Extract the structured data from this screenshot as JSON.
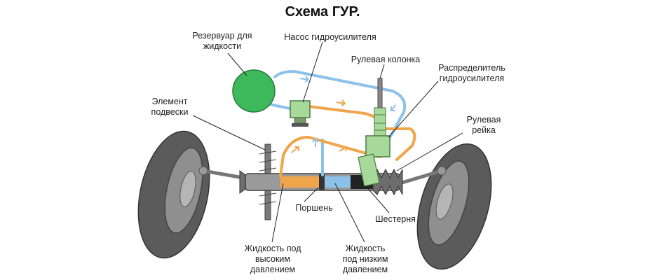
{
  "title": "Схема ГУР.",
  "labels": {
    "reservoir": "Резервуар для\nжидкости",
    "pump": "Насос гидроусилителя",
    "steering_column": "Рулевая колонка",
    "distributor": "Распределитель\nгидроусилителя",
    "suspension": "Элемент\nподвески",
    "steering_rack": "Рулевая\nрейка",
    "piston": "Поршень",
    "gear": "Шестерня",
    "high_pressure": "Жидкость под\nвысоким\nдавлением",
    "low_pressure": "Жидкость\nпод низким\nдавлением"
  },
  "colors": {
    "reservoir": "#3db85a",
    "valve": "#a6d99a",
    "high_pressure_line": "#f0a54a",
    "low_pressure_line": "#8cc2ea",
    "tire": "#5b5b5b",
    "metal": "#8a8a8a"
  }
}
